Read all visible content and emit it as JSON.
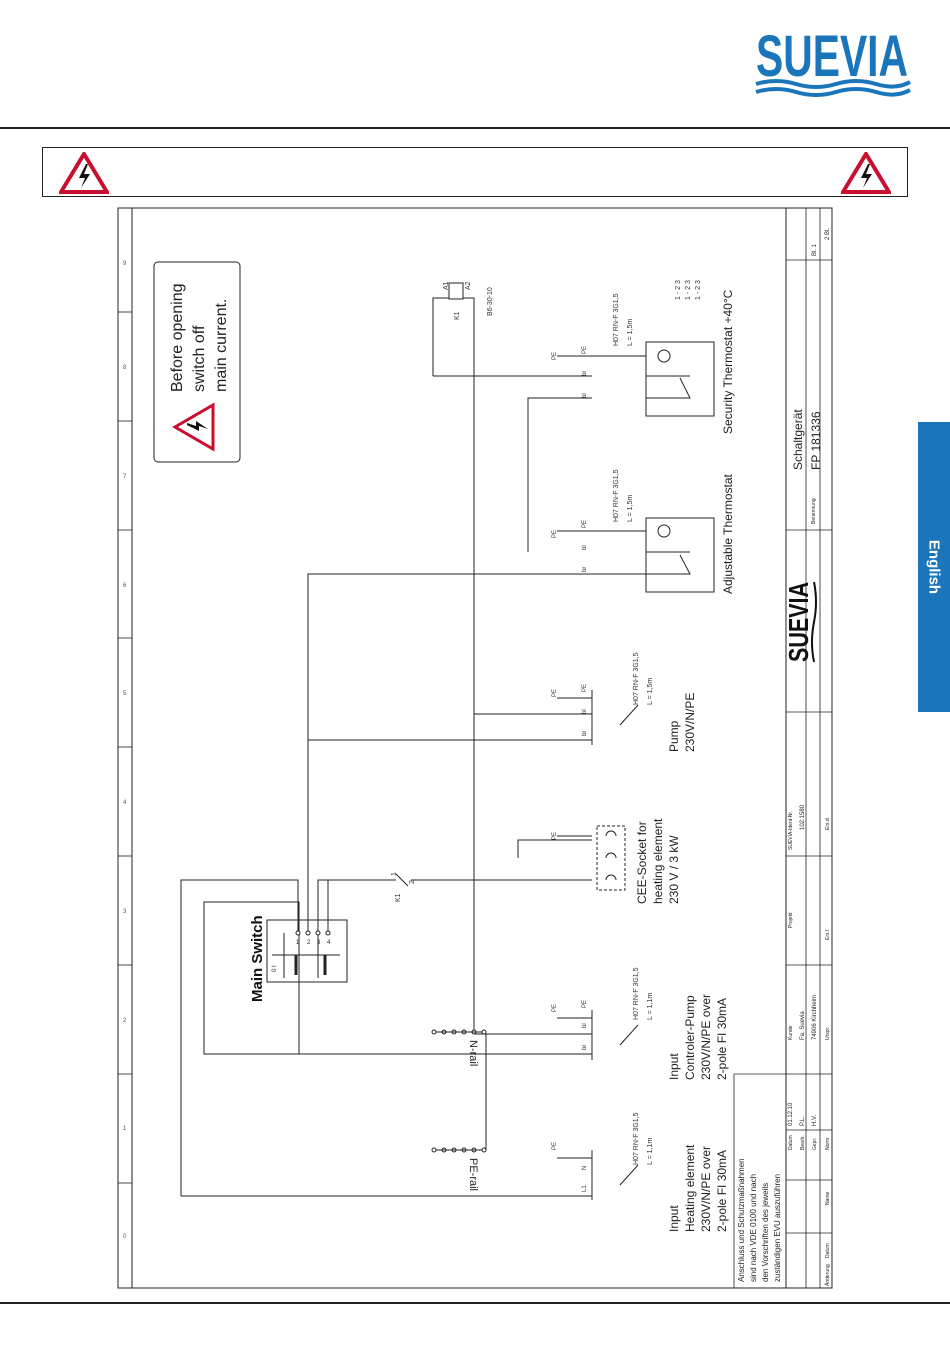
{
  "brand": {
    "name": "SUEVIA",
    "color": "#1b75bb"
  },
  "language_tab": "English",
  "warning_box": [
    "Before opening",
    "switch off",
    "main current."
  ],
  "main_switch": {
    "title": "Main Switch",
    "states": "0 I",
    "terminals": [
      "1",
      "2",
      "3",
      "4"
    ]
  },
  "rails": {
    "pe": "PE-rail",
    "n": "N-rail"
  },
  "cables": {
    "heating_input": [
      "H07 RN-F 3G1,5",
      "L = 1,1m"
    ],
    "controller_input": [
      "H07 RN-F 3G1,5",
      "L = 1,1m"
    ],
    "pump": [
      "H07 RN-F 3G1,5",
      "L = 1,5m"
    ],
    "adj_thermostat": [
      "H07 RN-F 3G1,5",
      "L = 1,5m"
    ],
    "sec_thermostat": [
      "H07 RN-F 3G1,5",
      "L = 1,5m"
    ]
  },
  "labels": {
    "heating_input": [
      "Input",
      "Heating element",
      "230V/N/PE over",
      "2-pole FI 30mA"
    ],
    "controller_input": [
      "Input",
      "Controler-Pump",
      "230V/N/PE over",
      "2-pole FI 30mA"
    ],
    "cee_socket": [
      "CEE-Socket for",
      "heating element",
      "230 V / 3 kW"
    ],
    "pump": [
      "Pump",
      "230V/N/PE"
    ],
    "adj_thermostat": "Adjustable Thermostat",
    "sec_thermostat": "Security Thermostat +40°C"
  },
  "relay": {
    "name": "K1",
    "model": "B6-30-10",
    "coil": [
      "A1",
      "A2"
    ],
    "contact": [
      "1",
      "2"
    ]
  },
  "wires": {
    "br": "br",
    "bl": "bl",
    "pe": "PE",
    "l1": "L1",
    "n": "N"
  },
  "contacts_legend": [
    "1 - 2 3",
    "1 - 2 3",
    "1 - 2 3"
  ],
  "grid_numbers": [
    "0",
    "1",
    "2",
    "3",
    "4",
    "5",
    "6",
    "7",
    "8",
    "9"
  ],
  "note": [
    "Anschluss und Schutzmaßnahmen",
    "sind nach VDE 0100 und nach",
    "den Vorschriften des jeweils",
    "zuständigen EVU auszuführen"
  ],
  "title_block": {
    "drawing_title": "Schaltgerät",
    "drawing_number": "FP 181336",
    "benennung": "Benennung",
    "sheet": "Bl. 1",
    "sheets": "2 Bl.",
    "ident_label": "SUEVIA-Ident-Nr.",
    "ident": "102.1580",
    "kunde_label": "Kunde",
    "kunde": [
      "Fa. Suevia",
      "74906 Kirchheim"
    ],
    "projekt": "Projekt",
    "ers_d": "Ers.d.",
    "ers_f": "Ers.f.",
    "urspr": "Urspr.",
    "datum_label": "Datum",
    "datum": "01.12.10",
    "bearb": "Bearb.",
    "bearb_name": "P.L.",
    "gepr": "Gepr.",
    "gepr_name": "H.V.",
    "norm": "Norm",
    "name": "Name",
    "aenderung": "Änderung",
    "datum2": "Datum",
    "name2": "Name"
  }
}
